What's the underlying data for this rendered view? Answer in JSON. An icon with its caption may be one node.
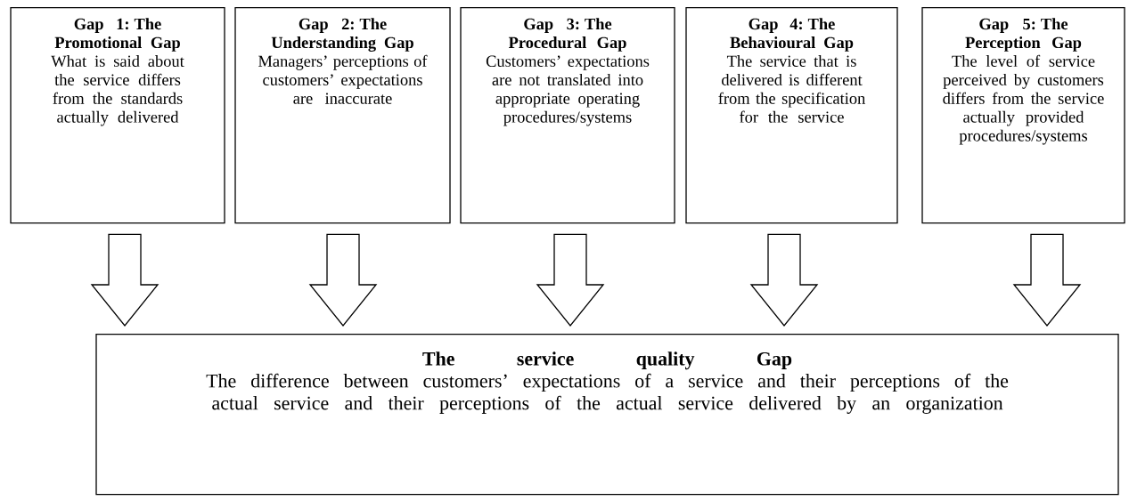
{
  "diagram": {
    "nodes": [
      {
        "text": [
          "Gap 1: The Promotional Gap",
          "What is said about the service differs from the standards actually delivered"
        ]
      },
      {
        "text": [
          "Gap 2: The Understanding Gap",
          "Managers’ perceptions of customers’ expectations are inaccurate"
        ]
      },
      {
        "text": [
          "Gap 3: The Procedural Gap",
          "Customers’ expectations are not translated into appropriate operating procedures/systems"
        ]
      },
      {
        "text": [
          "Gap 4: The Behavioural Gap",
          "The service that is delivered is different from the specification for the service"
        ]
      },
      {
        "text": [
          "Gap 5: The Perception Gap",
          "The level of service perceived by customers differs from the service actually provided procedures/systems"
        ]
      },
      {
        "text": [
          "The service quality Gap",
          "The difference between customers’ expectations of a service and their perceptions of the actual service and their perceptions of the actual service delivered by an organization"
        ]
      }
    ],
    "edges": [
      {
        "from": 0,
        "to": 5,
        "arrow": "to"
      },
      {
        "from": 1,
        "to": 5,
        "arrow": "to"
      },
      {
        "from": 2,
        "to": 5,
        "arrow": "to"
      },
      {
        "from": 3,
        "to": 5,
        "arrow": "to"
      },
      {
        "from": 4,
        "to": 5,
        "arrow": "to"
      }
    ]
  }
}
